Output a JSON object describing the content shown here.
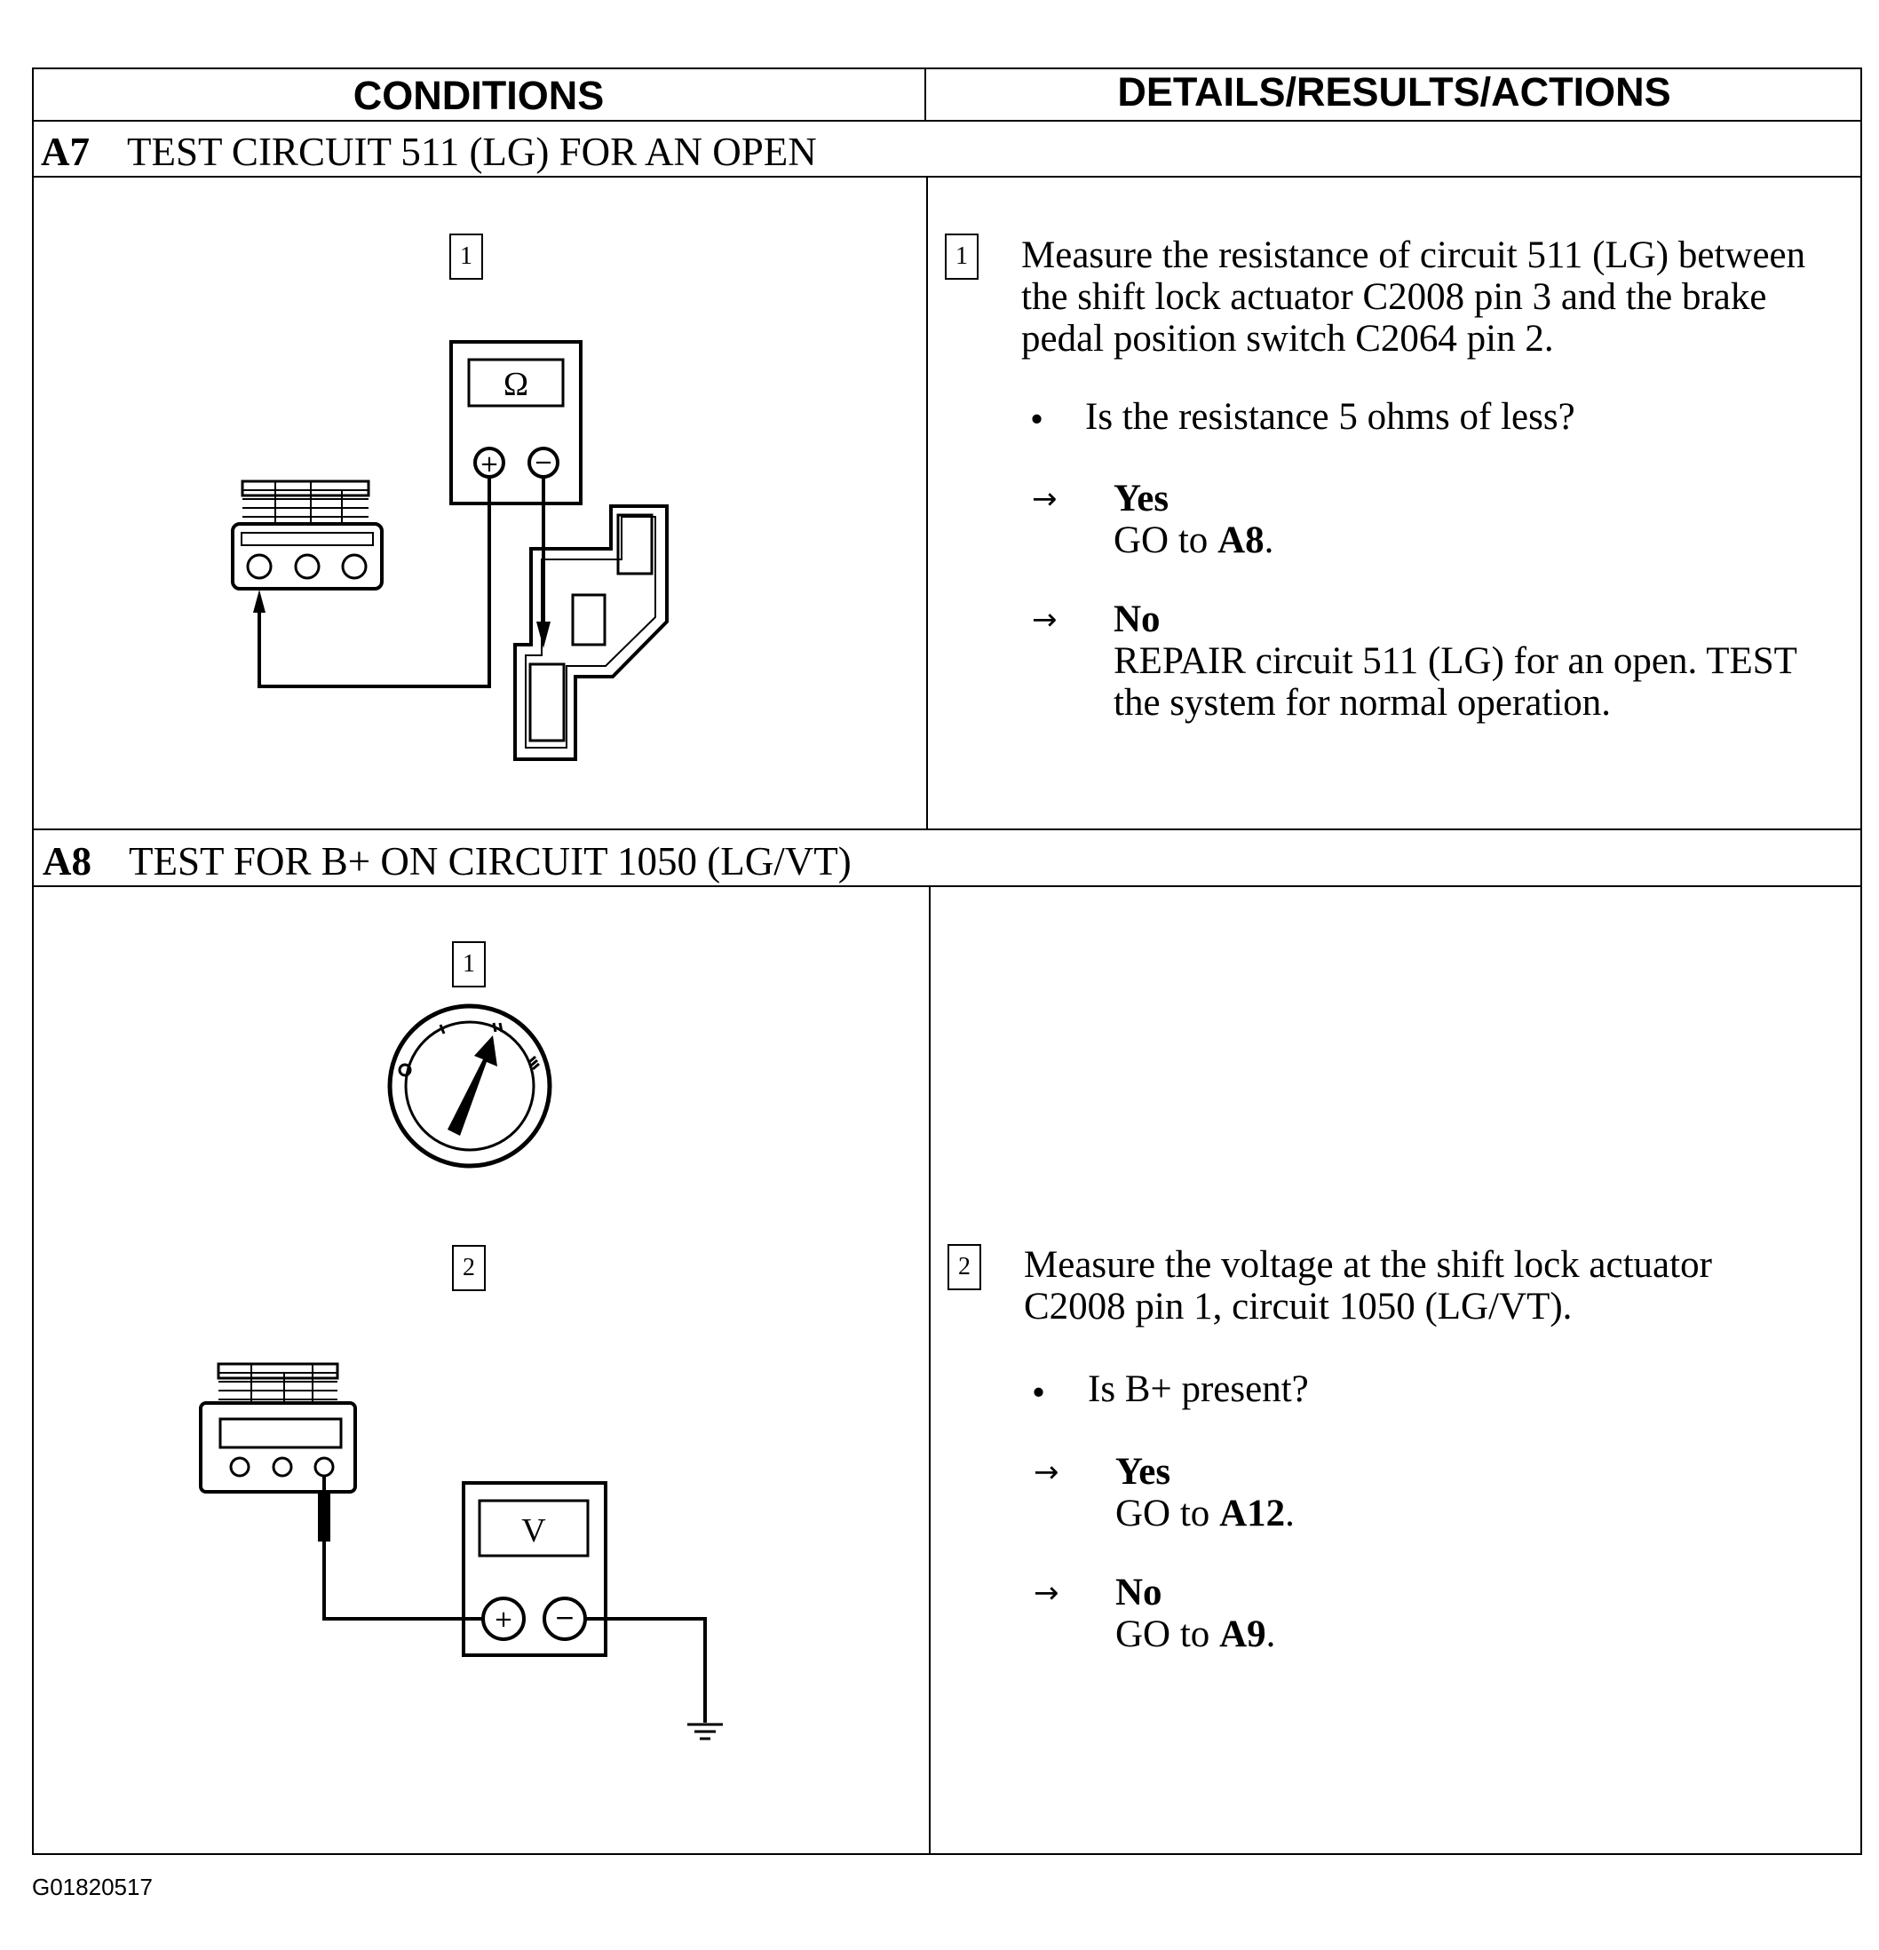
{
  "header": {
    "conditions": "CONDITIONS",
    "details": "DETAILS/RESULTS/ACTIONS"
  },
  "sections": [
    {
      "id": "A7",
      "title": "TEST CIRCUIT 511 (LG) FOR AN OPEN",
      "steps": [
        {
          "number": "1",
          "icon": "ohmmeter-connector-diagram",
          "meter_symbol": "Ω",
          "instruction": "Measure the resistance of circuit 511 (LG) between the shift lock actuator C2008 pin 3 and the brake pedal position switch C2064 pin 2.",
          "question": "Is the resistance 5 ohms of less?",
          "answers": [
            {
              "label": "Yes",
              "action_prefix": "GO to ",
              "action_target": "A8",
              "action_suffix": "."
            },
            {
              "label": "No",
              "action_prefix": "REPAIR circuit 511 (LG) for an open. TEST the system for normal operation.",
              "action_target": "",
              "action_suffix": ""
            }
          ]
        }
      ]
    },
    {
      "id": "A8",
      "title": "TEST FOR B+ ON CIRCUIT 1050 (LG/VT)",
      "steps": [
        {
          "number": "1",
          "icon": "ignition-switch-diagram"
        },
        {
          "number": "2",
          "icon": "voltmeter-connector-diagram",
          "meter_symbol": "V",
          "instruction": "Measure the voltage at the shift lock actuator C2008 pin 1, circuit 1050 (LG/VT).",
          "question": "Is B+ present?",
          "answers": [
            {
              "label": "Yes",
              "action_prefix": "GO to ",
              "action_target": "A12",
              "action_suffix": "."
            },
            {
              "label": "No",
              "action_prefix": "GO to ",
              "action_target": "A9",
              "action_suffix": "."
            }
          ]
        }
      ]
    }
  ],
  "footer": {
    "code": "G01820517"
  }
}
